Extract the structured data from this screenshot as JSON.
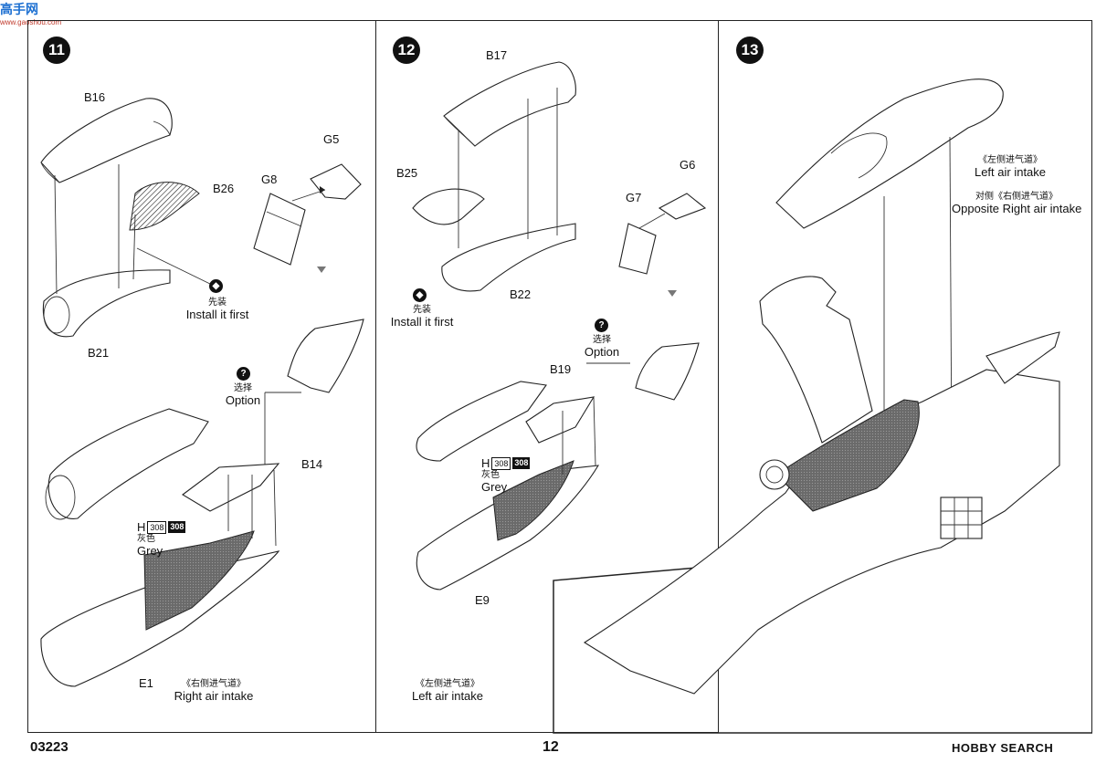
{
  "watermark": {
    "title": "高手网",
    "url": "www.gaoshou.com"
  },
  "steps": {
    "s11": {
      "number": "11",
      "parts": {
        "b16": "B16",
        "b26": "B26",
        "g5": "G5",
        "g8": "G8",
        "b21": "B21",
        "b14": "B14",
        "e1": "E1"
      },
      "install_first": {
        "cn": "先装",
        "en": "Install it first"
      },
      "option": {
        "cn": "选择",
        "en": "Option"
      },
      "paint": {
        "letter": "H",
        "code1": "308",
        "code2": "308",
        "cn": "灰色",
        "en": "Grey"
      },
      "caption": {
        "cn": "《右侧进气道》",
        "en": "Right air intake"
      }
    },
    "s12": {
      "number": "12",
      "parts": {
        "b17": "B17",
        "b25": "B25",
        "g6": "G6",
        "g7": "G7",
        "b22": "B22",
        "b19": "B19",
        "e9": "E9"
      },
      "install_first": {
        "cn": "先装",
        "en": "Install it first"
      },
      "option": {
        "cn": "选择",
        "en": "Option"
      },
      "paint": {
        "letter": "H",
        "code1": "308",
        "code2": "308",
        "cn": "灰色",
        "en": "Grey"
      },
      "caption": {
        "cn": "《左侧进气道》",
        "en": "Left air intake"
      }
    },
    "s13": {
      "number": "13",
      "left_intake": {
        "cn": "《左侧进气道》",
        "en": "Left air intake"
      },
      "opposite": {
        "cn": "对侧《右侧进气道》",
        "en": "Opposite Right air intake"
      }
    }
  },
  "footer": {
    "product_code": "03223",
    "page_number": "12",
    "brand": "HOBBY SEARCH"
  }
}
